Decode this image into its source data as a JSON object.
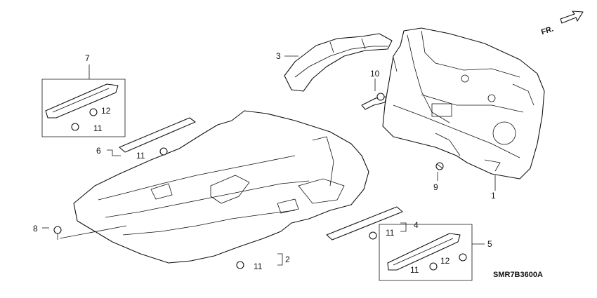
{
  "diagram": {
    "code": "SMR7B3600A",
    "direction_label": "FR.",
    "callouts": [
      "1",
      "2",
      "3",
      "4",
      "5",
      "6",
      "7",
      "8",
      "9",
      "10",
      "11",
      "12"
    ],
    "callout_labels": {
      "c1": "1",
      "c2": "2",
      "c3": "3",
      "c4": "4",
      "c5": "5",
      "c6": "6",
      "c7": "7",
      "c8": "8",
      "c9": "9",
      "c10": "10",
      "c11a": "11",
      "c12a": "12",
      "c11b": "11",
      "c11c": "11",
      "c11d": "11",
      "c11e": "11",
      "c12b": "12"
    }
  }
}
